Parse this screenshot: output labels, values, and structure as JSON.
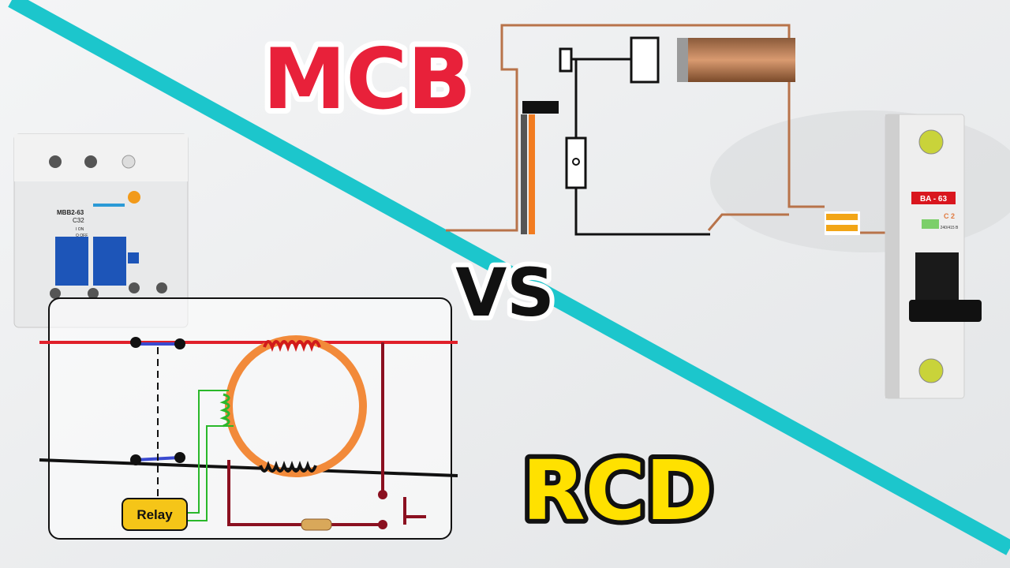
{
  "titles": {
    "mcb": "MCB",
    "vs": "VS",
    "rcd": "RCD"
  },
  "rcd_device": {
    "model": "MBB2-63",
    "rating": "C32",
    "on_label": "I ON",
    "off_label": "O OFF"
  },
  "mcb_device": {
    "model": "BA - 63",
    "rating": "C 2",
    "voltage": "240/415 B"
  },
  "rcd_circuit": {
    "relay_label": "Relay"
  },
  "colors": {
    "accent_line": "#1cc6cc",
    "mcb_title": "#e8213a",
    "rcd_title": "#ffe100",
    "wire_live": "#e0202a",
    "wire_neutral": "#111111",
    "coil": "#f28a3a",
    "relay": "#f5c518"
  }
}
